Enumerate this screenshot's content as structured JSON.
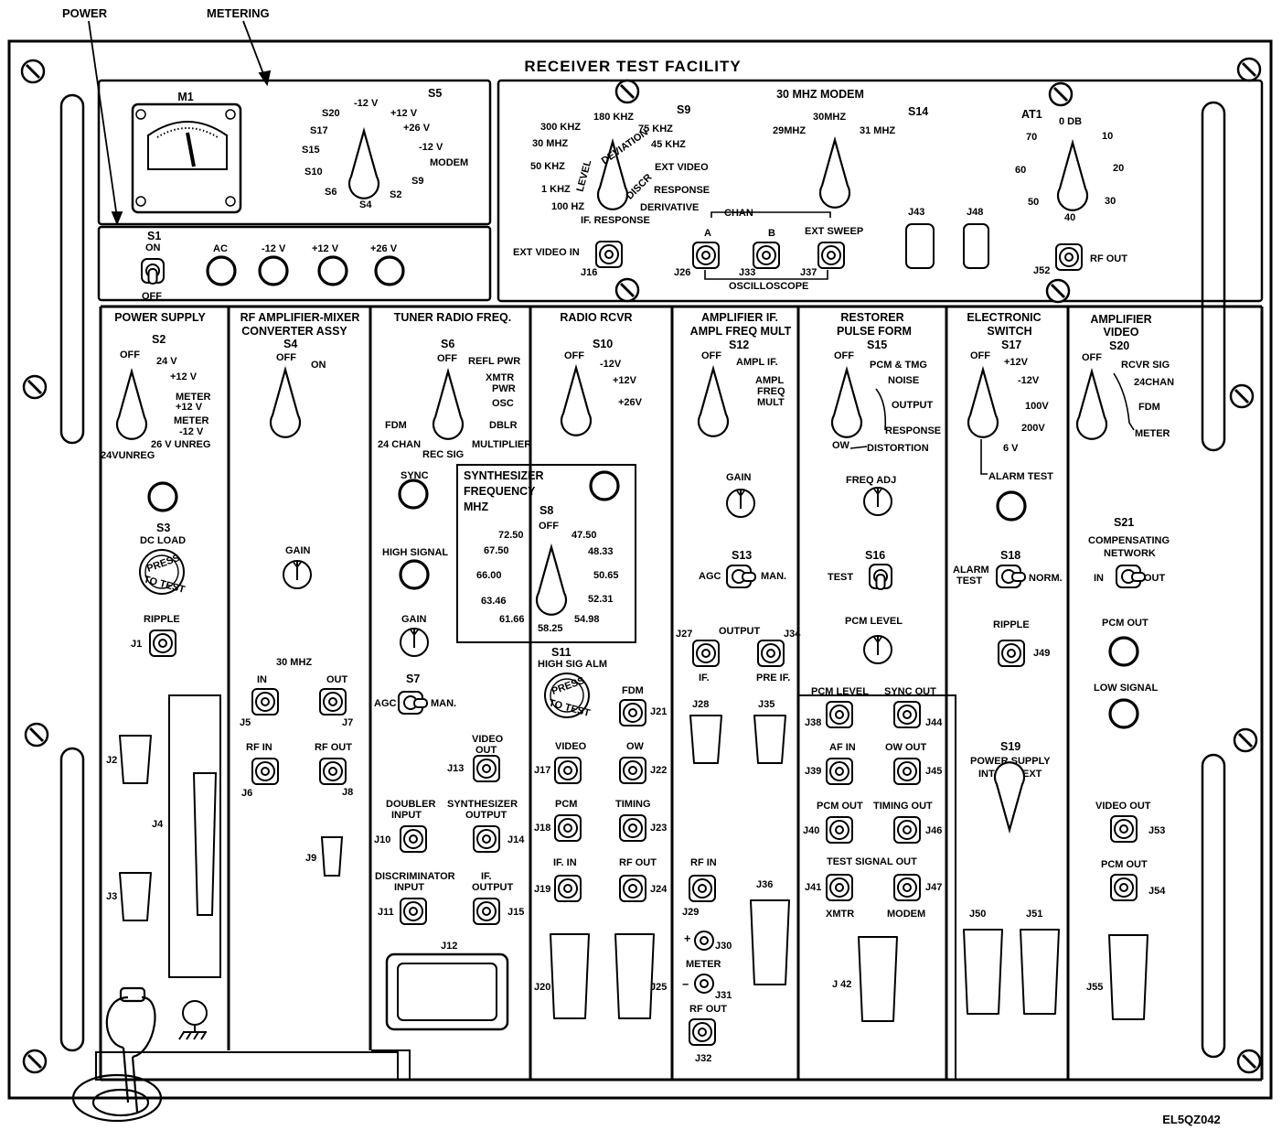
{
  "callouts": {
    "power": "POWER",
    "metering": "METERING"
  },
  "title": "RECEIVER TEST FACILITY",
  "figure_id": "EL5QZ042",
  "metering": {
    "meter": "M1",
    "s5": {
      "name": "S5",
      "positions": [
        "S20",
        "-12 V",
        "+12 V",
        "S17",
        "+26 V",
        "S15",
        "-12 V",
        "MODEM",
        "S10",
        "S9",
        "S6",
        "S4",
        "S2"
      ]
    }
  },
  "power_strip": {
    "switch": "S1",
    "on": "ON",
    "off": "OFF",
    "lamps": [
      "AC",
      "-12 V",
      "+12 V",
      "+26 V"
    ]
  },
  "modem": {
    "title": "30 MHZ MODEM",
    "s9": {
      "name": "S9",
      "positions": [
        "300 KHZ",
        "180 KHZ",
        "75 KHZ",
        "30 MHZ",
        "45 KHZ",
        "DEVIATION",
        "50 KHZ",
        "EXT VIDEO",
        "LEVEL",
        "DISCR",
        "RESPONSE",
        "1 KHZ",
        "DERIVATIVE",
        "100 HZ",
        "IF. RESPONSE"
      ]
    },
    "s14": {
      "name": "S14",
      "positions": [
        "29MHZ",
        "30MHZ",
        "31 MHZ"
      ]
    },
    "at1": {
      "name": "AT1",
      "positions": [
        "70",
        "0 DB",
        "10",
        "60",
        "20",
        "50",
        "30",
        "40"
      ]
    },
    "connectors": [
      "EXT VIDEO IN",
      "J16",
      "CHAN",
      "A",
      "B",
      "J26",
      "J33",
      "OSCILLOSCOPE",
      "EXT SWEEP",
      "J37",
      "J43",
      "J48",
      "J52",
      "RF OUT"
    ]
  },
  "modules": {
    "power_supply": {
      "title": "POWER SUPPLY",
      "s2": {
        "name": "S2",
        "positions": [
          "OFF",
          "24 V",
          "+12 V",
          "METER",
          "+12 V",
          "METER",
          "-12 V",
          "26 V UNREG",
          "24VUNREG"
        ]
      },
      "s3": {
        "name": "S3",
        "label": "DC LOAD",
        "button": [
          "PRESS",
          "TO TEST"
        ]
      },
      "ripple": "RIPPLE",
      "labels": [
        "J1",
        "J2",
        "J3",
        "J4"
      ]
    },
    "rf_amp": {
      "title": [
        "RF AMPLIFIER-MIXER",
        "CONVERTER ASSY"
      ],
      "s4": {
        "name": "S4",
        "positions": [
          "OFF",
          "ON"
        ]
      },
      "gain": "GAIN",
      "labels": [
        "30 MHZ",
        "IN",
        "OUT",
        "J5",
        "J7",
        "RF IN",
        "RF OUT",
        "J6",
        "J8",
        "J9"
      ]
    },
    "tuner": {
      "title": "TUNER RADIO FREQ.",
      "s6": {
        "name": "S6",
        "positions": [
          "OFF",
          "REFL PWR",
          "XMTR",
          "PWR",
          "OSC",
          "FDM",
          "DBLR",
          "24 CHAN",
          "MULTIPLIER",
          "REC SIG"
        ]
      },
      "labels": [
        "SYNC",
        "HIGH SIGNAL",
        "GAIN",
        "S7",
        "AGC",
        "MAN.",
        "VIDEO",
        "OUT",
        "J13",
        "DOUBLER",
        "INPUT",
        "SYNTHESIZER",
        "OUTPUT",
        "J10",
        "J14",
        "DISCRIMINATOR",
        "INPUT",
        "IF.",
        "OUTPUT",
        "J11",
        "J15",
        "J12"
      ]
    },
    "synth": {
      "title": [
        "SYNTHESIZER",
        "FREQUENCY",
        "MHZ"
      ],
      "s8": {
        "name": "S8",
        "positions": [
          "OFF",
          "72.50",
          "47.50",
          "67.50",
          "48.33",
          "66.00",
          "50.65",
          "63.46",
          "52.31",
          "61.66",
          "54.98",
          "58.25"
        ]
      }
    },
    "radio_rcvr": {
      "title": "RADIO RCVR",
      "s10": {
        "name": "S10",
        "positions": [
          "OFF",
          "-12V",
          "+12V",
          "+26V"
        ]
      },
      "s11": {
        "name": "S11",
        "label": "HIGH SIG ALM",
        "button": [
          "PRESS",
          "TO TEST"
        ]
      },
      "labels": [
        "FDM",
        "J21",
        "VIDEO",
        "OW",
        "J17",
        "J22",
        "PCM",
        "TIMING",
        "J18",
        "J23",
        "IF. IN",
        "RF OUT",
        "J19",
        "J24",
        "J20",
        "J25"
      ]
    },
    "amp_if": {
      "title": [
        "AMPLIFIER IF.",
        "AMPL FREQ MULT"
      ],
      "s12": {
        "name": "S12",
        "positions": [
          "OFF",
          "AMPL IF.",
          "AMPL",
          "FREQ",
          "MULT"
        ]
      },
      "labels": [
        "GAIN",
        "S13",
        "AGC",
        "MAN.",
        "OUTPUT",
        "J27",
        "J34",
        "IF.",
        "PRE IF.",
        "J28",
        "J35",
        "RF IN",
        "J36",
        "J29",
        "J30",
        "METER",
        "J31",
        "RF OUT",
        "J32"
      ]
    },
    "restorer": {
      "title": [
        "RESTORER",
        "PULSE FORM"
      ],
      "s15": {
        "name": "S15",
        "positions": [
          "OFF",
          "PCM & TMG",
          "NOISE",
          "OUTPUT",
          "RESPONSE",
          "OW",
          "DISTORTION"
        ]
      },
      "labels": [
        "FREQ ADJ",
        "S16",
        "TEST",
        "PCM LEVEL",
        "PCM LEVEL",
        "SYNC OUT",
        "J38",
        "J44",
        "AF IN",
        "OW OUT",
        "J39",
        "J45",
        "PCM OUT",
        "TIMING OUT",
        "J40",
        "J46",
        "TEST SIGNAL OUT",
        "J41",
        "J47",
        "XMTR",
        "MODEM",
        "J 42"
      ]
    },
    "electronic_switch": {
      "title": [
        "ELECTRONIC",
        "SWITCH"
      ],
      "s17": {
        "name": "S17",
        "positions": [
          "OFF",
          "+12V",
          "-12V",
          "100V",
          "200V",
          "6 V",
          "ALARM TEST"
        ]
      },
      "labels": [
        "S18",
        "ALARM",
        "TEST",
        "NORM.",
        "RIPPLE",
        "J49",
        "S19",
        "POWER SUPPLY",
        "INT",
        "EXT",
        "J50",
        "J51"
      ]
    },
    "amp_video": {
      "title": [
        "AMPLIFIER",
        "VIDEO"
      ],
      "s20": {
        "name": "S20",
        "positions": [
          "OFF",
          "RCVR SIG",
          "24CHAN",
          "FDM",
          "METER"
        ]
      },
      "labels": [
        "S21",
        "COMPENSATING",
        "NETWORK",
        "IN",
        "OUT",
        "PCM OUT",
        "LOW SIGNAL",
        "VIDEO OUT",
        "J53",
        "PCM OUT",
        "J54",
        "J55"
      ]
    }
  }
}
